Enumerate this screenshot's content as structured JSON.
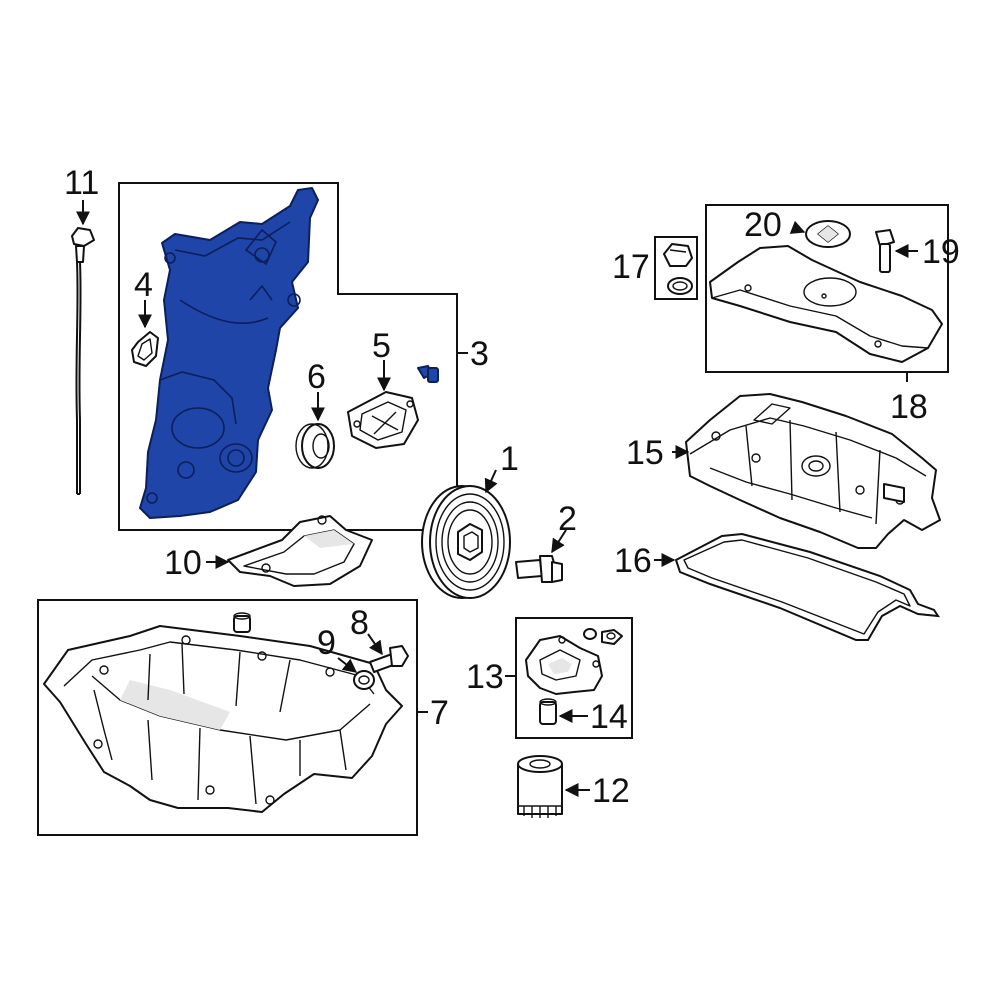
{
  "diagram": {
    "highlight_color": "#1f45a8",
    "highlighted_part": "3",
    "callouts": {
      "c1": "1",
      "c2": "2",
      "c3": "3",
      "c4": "4",
      "c5": "5",
      "c6": "6",
      "c7": "7",
      "c8": "8",
      "c9": "9",
      "c10": "10",
      "c11": "11",
      "c12": "12",
      "c13": "13",
      "c14": "14",
      "c15": "15",
      "c16": "16",
      "c17": "17",
      "c18": "18",
      "c19": "19",
      "c20": "20"
    }
  }
}
